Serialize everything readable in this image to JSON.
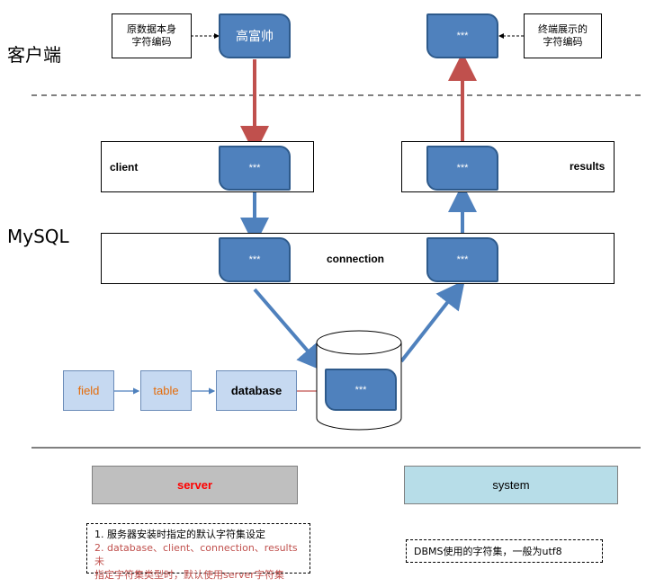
{
  "side_labels": {
    "client_side": "客户端",
    "mysql": "MySQL"
  },
  "notes": {
    "left_lines": [
      "原数据本身",
      "字符编码"
    ],
    "right_lines": [
      "终端展示的",
      "字符编码"
    ]
  },
  "boxes": {
    "source_text": "高富帅",
    "placeholder": "***"
  },
  "panels": {
    "client": "client",
    "results": "results",
    "connection": "connection"
  },
  "chain": {
    "field": "field",
    "table": "table",
    "database": "database"
  },
  "legend": {
    "server": "server",
    "system": "system"
  },
  "footnotes": {
    "server_line1": "1. 服务器安装时指定的默认字符集设定",
    "server_line2a": "2. database、client、connection、results未",
    "server_line2b": "指定字符集类型时，默认使用server字符集",
    "system_line": "DBMS使用的字符集，一般为utf8"
  },
  "colors": {
    "box_blue": "#4f81bd",
    "box_border": "#2e5a8b",
    "arrow_red": "#c0504d",
    "arrow_blue": "#4f81bd",
    "light_blue": "#c6d9f1",
    "server_gray": "#bfbfbf",
    "server_text": "#ff0000",
    "system_cyan": "#b7dde8",
    "orange_text": "#e46c0a",
    "footnote_red": "#c0504d"
  }
}
